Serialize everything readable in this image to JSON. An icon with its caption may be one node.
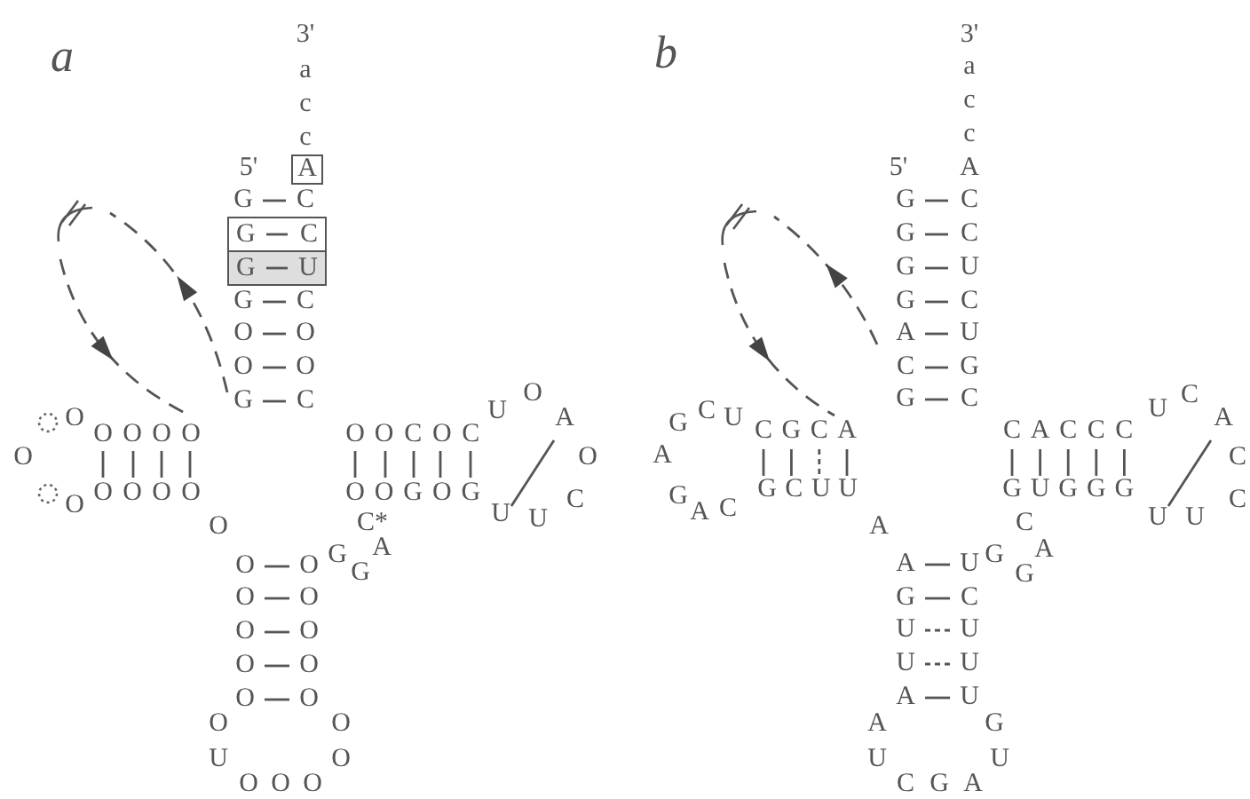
{
  "diagram": {
    "nodes": [
      {
        "text": [
          "A"
        ]
      },
      {
        "text": [
          "G",
          "C"
        ]
      },
      {
        "text": [
          "G",
          "U"
        ]
      }
    ],
    "labels": [
      "a",
      "3'",
      "a",
      "c",
      "c",
      "5'",
      "G",
      "C",
      "G",
      "C",
      "O",
      "O",
      "O",
      "O",
      "G",
      "C",
      "O",
      "O O O O",
      "O",
      "O O O O",
      "O",
      "O",
      "O O C O C",
      "U",
      "O",
      "A",
      "O",
      "O O G O G",
      "U",
      "U",
      "C",
      "C*",
      "O",
      "O",
      "G",
      "G",
      "A",
      "O",
      "O",
      "O",
      "O",
      "O",
      "O",
      "O",
      "O",
      "O",
      "U",
      "O O O",
      "O",
      "O",
      "b",
      "3'",
      "a",
      "c",
      "c",
      "5'",
      "A",
      "G",
      "C",
      "G",
      "C",
      "G",
      "U",
      "G",
      "C",
      "A",
      "U",
      "C",
      "G",
      "G",
      "C",
      "G",
      "C",
      "U",
      "C G C A",
      "A",
      "G",
      "A",
      "C",
      "G C U U",
      "A",
      "C A C C C",
      "U",
      "C",
      "A",
      "C",
      "G U G G G",
      "U",
      "U",
      "C",
      "C",
      "A",
      "U",
      "G",
      "G",
      "A",
      "G",
      "C",
      "U",
      "U",
      "U",
      "U",
      "A",
      "U",
      "A",
      "U",
      "C G A",
      "U",
      "G"
    ]
  }
}
